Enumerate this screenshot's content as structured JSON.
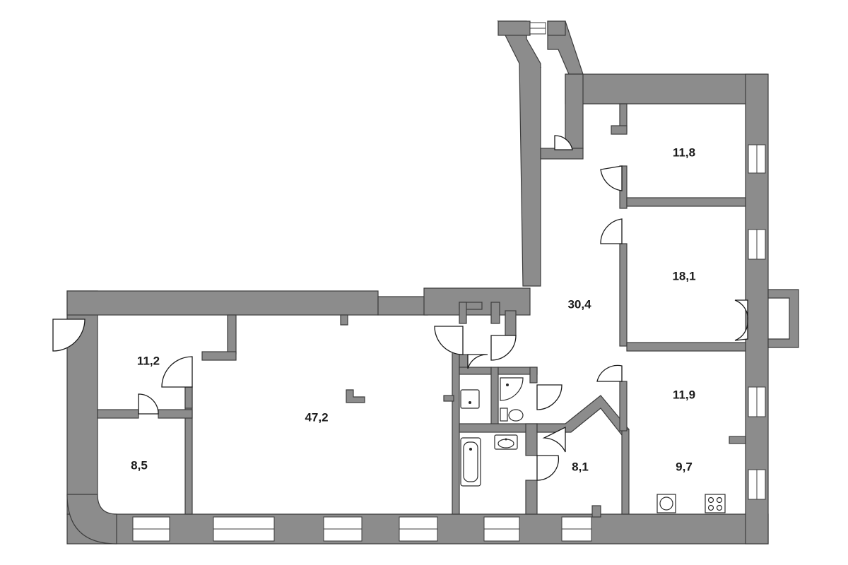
{
  "plan": {
    "rooms": [
      {
        "id": "hall",
        "area": "30,4"
      },
      {
        "id": "living",
        "area": "47,2"
      },
      {
        "id": "room-nw",
        "area": "11,2"
      },
      {
        "id": "room-sw",
        "area": "8,5"
      },
      {
        "id": "bedroom-ne",
        "area": "11,8"
      },
      {
        "id": "bedroom-e",
        "area": "18,1"
      },
      {
        "id": "room-se",
        "area": "11,9"
      },
      {
        "id": "kitchen",
        "area": "9,7"
      },
      {
        "id": "utility",
        "area": "8,1"
      }
    ]
  }
}
